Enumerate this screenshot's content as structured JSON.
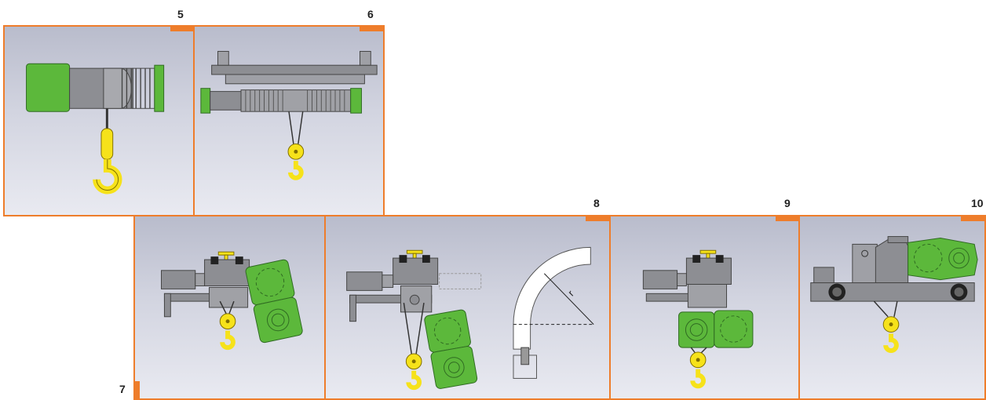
{
  "figures": [
    {
      "label": "5"
    },
    {
      "label": "6"
    },
    {
      "label": "7"
    },
    {
      "label": "8",
      "annotation": "r"
    },
    {
      "label": "9"
    },
    {
      "label": "10"
    }
  ],
  "colors": {
    "border": "#ee7d2b",
    "motor_green": "#5cb83b",
    "hook_yellow": "#f6e21a",
    "steel_gray": "#8d8e93",
    "panel_top": "#b9bccc",
    "panel_bottom": "#e9eaf1"
  }
}
